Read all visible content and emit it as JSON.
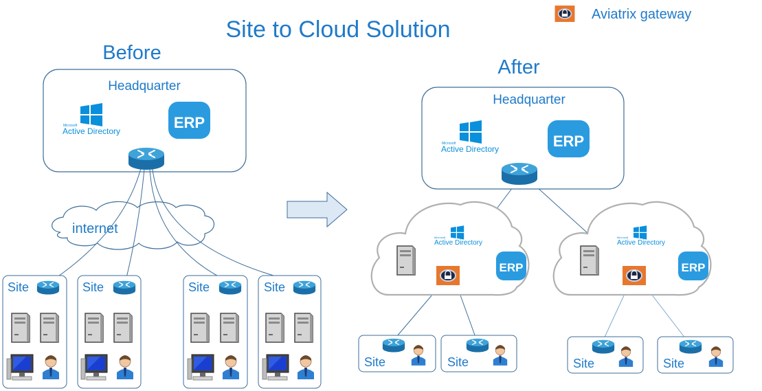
{
  "title": "Site to Cloud Solution",
  "legend": {
    "label": "Aviatrix gateway"
  },
  "before": {
    "heading": "Before",
    "hq": {
      "label": "Headquarter",
      "ad_small": "Microsoft",
      "ad_label": "Active Directory",
      "erp_label": "ERP"
    },
    "internet_label": "internet",
    "sites": [
      {
        "label": "Site"
      },
      {
        "label": "Site"
      },
      {
        "label": "Site"
      },
      {
        "label": "Site"
      }
    ]
  },
  "after": {
    "heading": "After",
    "hq": {
      "label": "Headquarter",
      "ad_small": "Microsoft",
      "ad_label": "Active Directory",
      "erp_label": "ERP"
    },
    "clouds": [
      {
        "ad_small": "Microsoft",
        "ad_label": "Active Directory",
        "erp_label": "ERP"
      },
      {
        "ad_small": "Microsoft",
        "ad_label": "Active Directory",
        "erp_label": "ERP"
      }
    ],
    "sites": [
      {
        "label": "Site"
      },
      {
        "label": "Site"
      },
      {
        "label": "Site"
      },
      {
        "label": "Site"
      }
    ]
  },
  "colors": {
    "title_blue": "#1f7ac9",
    "erp_blue": "#2b9be0",
    "gateway_orange": "#e8772e",
    "router_blue": "#2a86c2",
    "line_blue": "#3d6e99",
    "cloud_gray": "#b0b0b0"
  },
  "icons": [
    "router-icon",
    "server-icon",
    "desktop-icon",
    "user-icon",
    "windows-icon",
    "erp-icon",
    "gateway-icon",
    "cloud-icon",
    "arrow-right-icon"
  ]
}
